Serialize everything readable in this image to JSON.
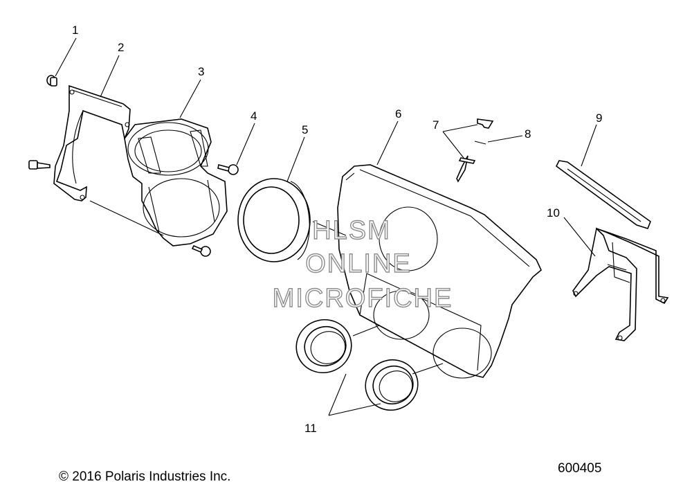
{
  "callouts": [
    {
      "id": "1",
      "label": "1"
    },
    {
      "id": "2",
      "label": "2"
    },
    {
      "id": "3",
      "label": "3"
    },
    {
      "id": "4",
      "label": "4"
    },
    {
      "id": "5",
      "label": "5"
    },
    {
      "id": "6",
      "label": "6"
    },
    {
      "id": "7",
      "label": "7"
    },
    {
      "id": "8",
      "label": "8"
    },
    {
      "id": "9",
      "label": "9"
    },
    {
      "id": "10",
      "label": "10"
    },
    {
      "id": "11",
      "label": "11"
    }
  ],
  "watermark": {
    "line1": "HLSM",
    "line2": "ONLINE",
    "line3": "MICROFICHE"
  },
  "footer": {
    "copyright": "© 2016 Polaris Industries Inc.",
    "drawing_number": "600405"
  }
}
